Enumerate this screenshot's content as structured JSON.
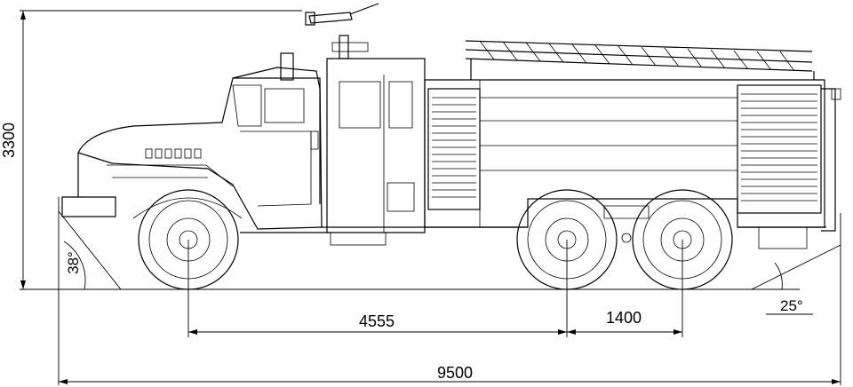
{
  "dimensions": {
    "height": "3300",
    "wheelbase_front": "4555",
    "wheelbase_rear": "1400",
    "overall_length": "9500"
  },
  "angles": {
    "approach": "38°",
    "departure": "25°"
  },
  "colors": {
    "line": "#000000",
    "background": "#ffffff"
  }
}
